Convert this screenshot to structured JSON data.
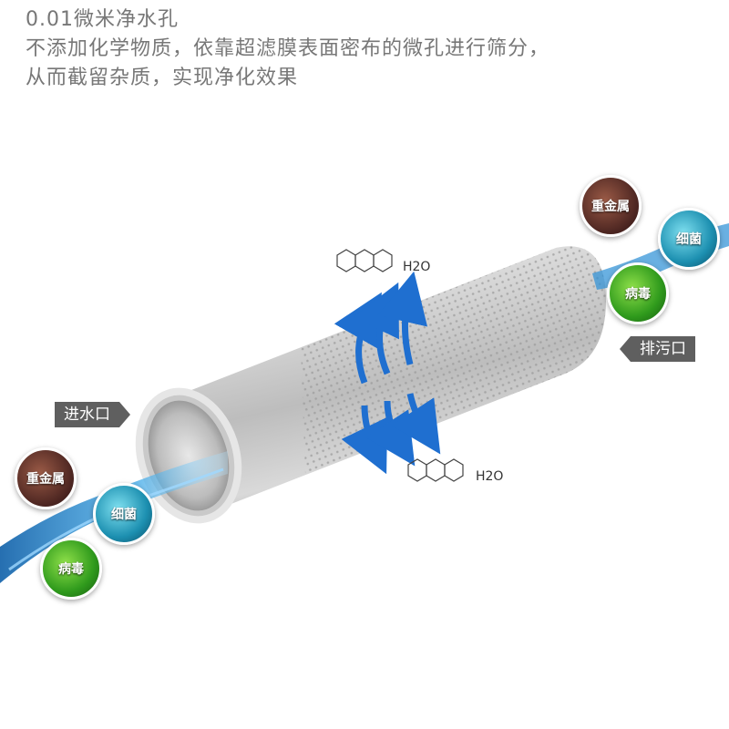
{
  "header": {
    "title": "0.01微米净水孔",
    "line1": "不添加化学物质，依靠超滤膜表面密布的微孔进行筛分，",
    "line2": "从而截留杂质，实现净化效果"
  },
  "labels": {
    "inlet": "进水口",
    "outlet": "排污口"
  },
  "contaminants_left": [
    {
      "label": "重金属",
      "kind": "metal"
    },
    {
      "label": "细菌",
      "kind": "bacteria"
    },
    {
      "label": "病毒",
      "kind": "virus"
    }
  ],
  "contaminants_right": [
    {
      "label": "重金属",
      "kind": "metal"
    },
    {
      "label": "细菌",
      "kind": "bacteria"
    },
    {
      "label": "病毒",
      "kind": "virus"
    }
  ],
  "molecule_label_top": "H2O",
  "molecule_label_bottom": "H2O",
  "colors": {
    "header_text": "#777777",
    "tag_bg": "#5f5f5f",
    "arrow_blue": "#1f6fd0",
    "water_blue": "#2a8fd6"
  }
}
